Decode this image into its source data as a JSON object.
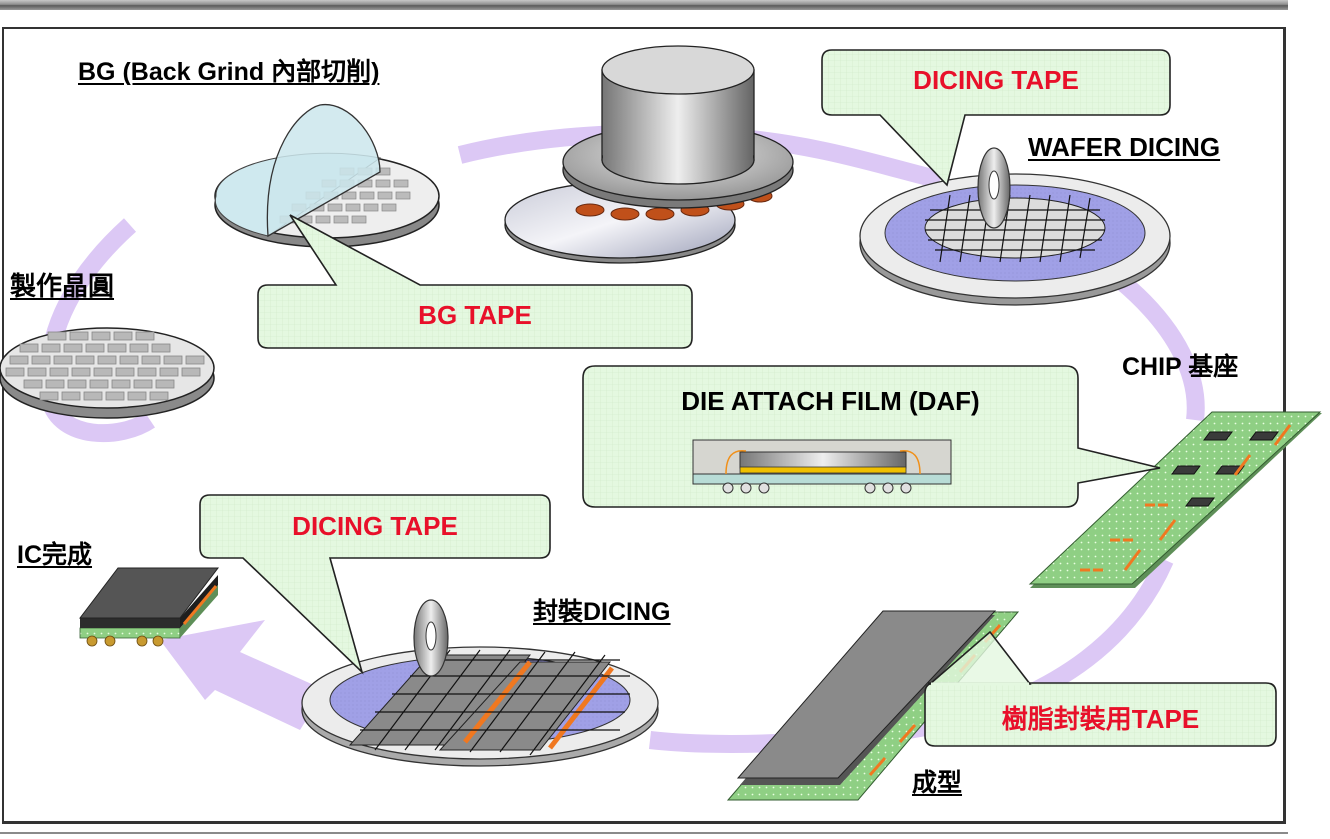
{
  "title": "Semiconductor tape application process flow",
  "labels": {
    "back_grind": "BG (Back Grind 內部切削)",
    "wafer_fab": "製作晶圓",
    "wafer_dicing": "WAFER DICING",
    "chip_substrate": "CHIP 基座",
    "molding": "成型",
    "package_dicing": "封裝DICING",
    "ic_complete": "IC完成"
  },
  "callouts": {
    "bg_tape": "BG TAPE",
    "dicing_tape_top": "DICING TAPE",
    "daf": "DIE ATTACH FILM (DAF)",
    "dicing_tape_bottom": "DICING TAPE",
    "resin_tape": "樹脂封裝用TAPE"
  },
  "colors": {
    "flow_arrow": "#dcc8f5",
    "callout_fill": "#e4f8e0",
    "callout_text_red": "#e8102a",
    "tape_blue": "#9c9ce0",
    "substrate_green": "#8fcf84",
    "solder_orange": "#f07820"
  }
}
